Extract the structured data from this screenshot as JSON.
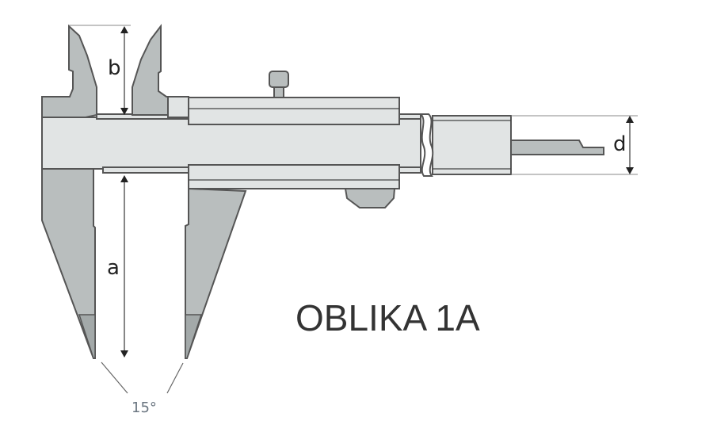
{
  "diagram": {
    "title": "OBLIKA 1A",
    "labels": {
      "outside_jaw_length": "a",
      "inside_jaw_length": "b",
      "depth_rod_width": "d",
      "jaw_angle": "15°"
    },
    "colors": {
      "light_metal": "#e1e4e4",
      "medium_metal": "#b9bebe",
      "outline": "#555555"
    }
  }
}
